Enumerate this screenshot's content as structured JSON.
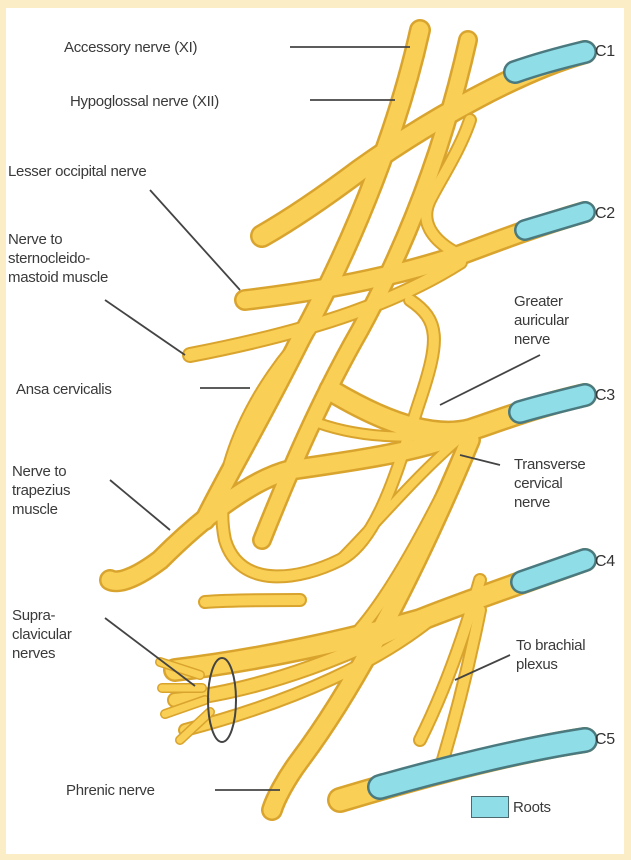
{
  "labels": {
    "accessory": "Accessory nerve (XI)",
    "hypoglossal": "Hypoglossal nerve (XII)",
    "lesser_occipital": "Lesser occipital nerve",
    "nerve_scm": "Nerve to\nsternocleido-\nmastoid muscle",
    "greater_auricular": "Greater\nauricular\nnerve",
    "ansa": "Ansa cervicalis",
    "transverse_cervical": "Transverse\ncervical\nnerve",
    "nerve_trapezius": "Nerve to\ntrapezius\nmuscle",
    "supraclavicular": "Supra-\nclavicular\nnerves",
    "brachial": "To brachial\nplexus",
    "phrenic": "Phrenic nerve"
  },
  "roots": [
    "C1",
    "C2",
    "C3",
    "C4",
    "C5"
  ],
  "legend": {
    "label": "Roots"
  },
  "colors": {
    "nerve_fill": "#f9cf55",
    "nerve_edge": "#d9a42e",
    "root_fill": "#8fdde6",
    "background": "#fbeec6"
  }
}
